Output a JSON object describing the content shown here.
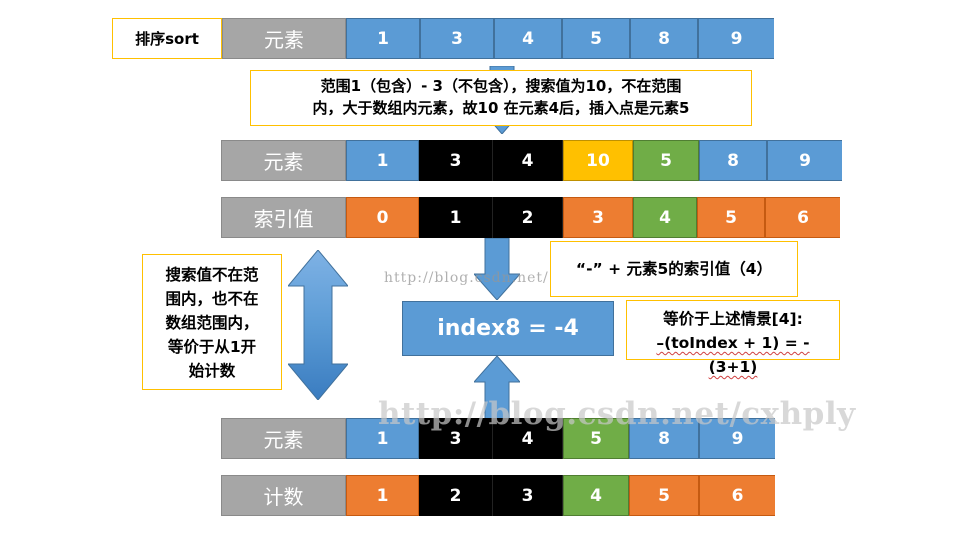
{
  "sort_label": "排序sort",
  "row_top": {
    "header": "元素",
    "values": [
      "1",
      "3",
      "4",
      "5",
      "8",
      "9"
    ]
  },
  "note_top": {
    "line1": "范围1（包含）- 3（不包含），搜索值为10，不在范围",
    "line2": "内，大于数组内元素，故10 在元素4后，插入点是元素5"
  },
  "row_insert": {
    "header": "元素",
    "values": [
      "1",
      "3",
      "4",
      "10",
      "5",
      "8",
      "9"
    ]
  },
  "row_index": {
    "header": "索引值",
    "values": [
      "0",
      "1",
      "2",
      "3",
      "4",
      "5",
      "6"
    ]
  },
  "note_left": {
    "lines": [
      "搜索值不在范",
      "围内，也不在",
      "数组范围内，",
      "等价于从1开",
      "始计数"
    ]
  },
  "note_minus": "“-” +  元素5的索引值（4）",
  "index_result": "index8 = -4",
  "note_equiv": {
    "line1": "等价于上述情景[4]:",
    "line2": "–(toIndex + 1) = - (3+1)"
  },
  "row_elem_bottom": {
    "header": "元素",
    "values": [
      "1",
      "3",
      "4",
      "5",
      "8",
      "9"
    ]
  },
  "row_count": {
    "header": "计数",
    "values": [
      "1",
      "2",
      "3",
      "4",
      "5",
      "6"
    ]
  },
  "watermark_small": "http://blog.csdn.net/",
  "watermark_big": "http://blog.csdn.net/cxhply",
  "colors": {
    "blue": "#5b9bd5",
    "orange": "#ed7d31",
    "green": "#70ad47",
    "yellow": "#ffc000",
    "black": "#000000",
    "gray": "#a6a6a6"
  }
}
